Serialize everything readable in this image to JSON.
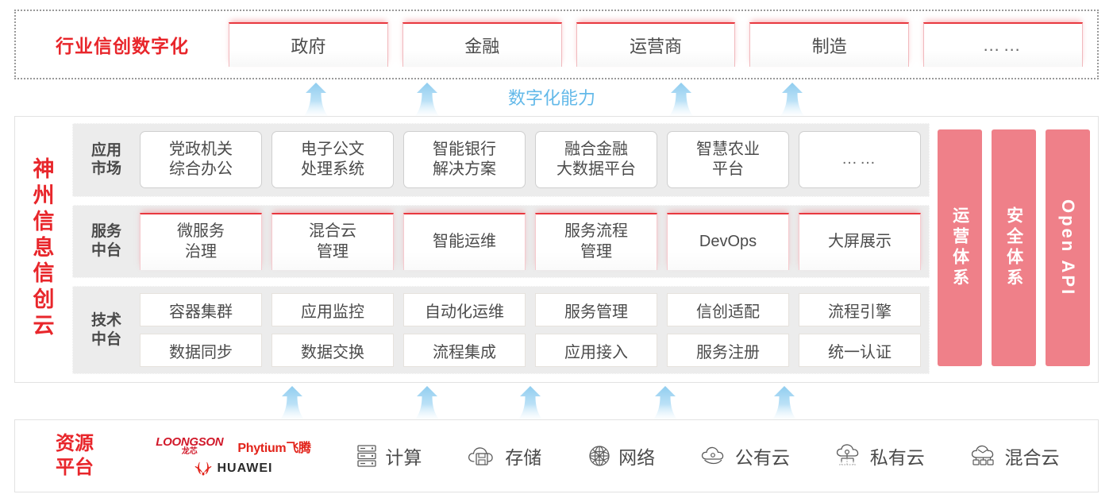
{
  "colors": {
    "brand_red": "#E8262B",
    "card_top_border": "#E8383F",
    "pillar_pink": "#EF8089",
    "arrow_blue": "#9FD4F2",
    "capability_label": "#63B9E9",
    "band_gray": "#ECECEC"
  },
  "industry": {
    "title": "行业信创数字化",
    "cards": [
      {
        "label": "政府"
      },
      {
        "label": "金融"
      },
      {
        "label": "运营商"
      },
      {
        "label": "制造"
      },
      {
        "label": "……"
      }
    ]
  },
  "capability": {
    "label": "数字化能力",
    "arrow_count": 4
  },
  "cloud": {
    "title": "神州信息信创云",
    "title_chars": [
      "神",
      "州",
      "信",
      "息",
      "信",
      "创",
      "云"
    ],
    "rows": [
      {
        "label": "应用\n市场",
        "label_line1": "应用",
        "label_line2": "市场",
        "style": "app",
        "items": [
          {
            "line1": "党政机关",
            "line2": "综合办公"
          },
          {
            "line1": "电子公文",
            "line2": "处理系统"
          },
          {
            "line1": "智能银行",
            "line2": "解决方案"
          },
          {
            "line1": "融合金融",
            "line2": "大数据平台"
          },
          {
            "line1": "智慧农业",
            "line2": "平台"
          },
          {
            "line1": "……",
            "line2": ""
          }
        ]
      },
      {
        "label_line1": "服务",
        "label_line2": "中台",
        "style": "service",
        "items": [
          {
            "line1": "微服务",
            "line2": "治理"
          },
          {
            "line1": "混合云",
            "line2": "管理"
          },
          {
            "line1": "智能运维",
            "line2": ""
          },
          {
            "line1": "服务流程",
            "line2": "管理"
          },
          {
            "line1": "DevOps",
            "line2": ""
          },
          {
            "line1": "大屏展示",
            "line2": ""
          }
        ]
      },
      {
        "label_line1": "技术",
        "label_line2": "中台",
        "style": "tech",
        "items": [
          {
            "line1": "容器集群"
          },
          {
            "line1": "应用监控"
          },
          {
            "line1": "自动化运维"
          },
          {
            "line1": "服务管理"
          },
          {
            "line1": "信创适配"
          },
          {
            "line1": "流程引擎"
          },
          {
            "line1": "数据同步"
          },
          {
            "line1": "数据交换"
          },
          {
            "line1": "流程集成"
          },
          {
            "line1": "应用接入"
          },
          {
            "line1": "服务注册"
          },
          {
            "line1": "统一认证"
          }
        ]
      }
    ],
    "pillars": [
      {
        "text": "运营体系",
        "lang": "cn"
      },
      {
        "text": "安全体系",
        "lang": "cn"
      },
      {
        "text": "Open API",
        "lang": "en"
      }
    ]
  },
  "lower_arrows": {
    "count": 5
  },
  "resource": {
    "title_line1": "资源",
    "title_line2": "平台",
    "logos": [
      {
        "name": "loongson-logo",
        "line1": "LOONGSON",
        "line2": "龙芯"
      },
      {
        "name": "phytium-logo",
        "text": "Phytium飞腾"
      },
      {
        "name": "huawei-logo",
        "text": "HUAWEI"
      }
    ],
    "items": [
      {
        "label": "计算",
        "icon": "server-icon"
      },
      {
        "label": "存储",
        "icon": "cloud-storage-icon"
      },
      {
        "label": "网络",
        "icon": "network-icon"
      },
      {
        "label": "公有云",
        "icon": "public-cloud-icon"
      },
      {
        "label": "私有云",
        "icon": "private-cloud-icon"
      },
      {
        "label": "混合云",
        "icon": "hybrid-cloud-icon"
      }
    ]
  }
}
